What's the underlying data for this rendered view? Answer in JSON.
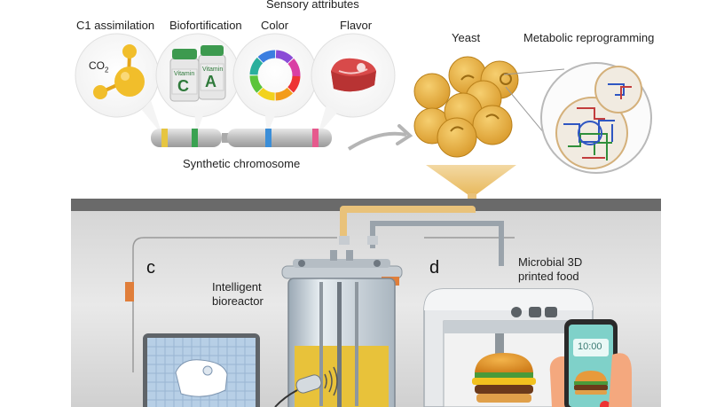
{
  "labels": {
    "sensory": "Sensory attributes",
    "c1": "C1 assimilation",
    "biofort": "Biofortification",
    "color": "Color",
    "flavor": "Flavor",
    "yeast": "Yeast",
    "metabolic": "Metabolic reprogramming",
    "co2_main": "CO",
    "co2_sub": "2",
    "vitamin_c_word": "Vitamin",
    "vitamin_c_letter": "C",
    "vitamin_a_word": "Vitamin",
    "vitamin_a_letter": "A",
    "chromosome": "Synthetic chromosome",
    "panel_c": "c",
    "bioreactor_line1": "Intelligent",
    "bioreactor_line2": "bioreactor",
    "panel_d": "d",
    "printed_line1": "Microbial 3D",
    "printed_line2": "printed food",
    "phone_time": "10:00"
  },
  "colors": {
    "yeast": "#e9b144",
    "yeast_dark": "#b9801a",
    "pipe": "#e9c27a",
    "liquid": "#e8c23a",
    "band_yellow": "#e6c541",
    "band_green": "#3aa251",
    "band_blue": "#3b8ed8",
    "band_pink": "#e65a8d",
    "accent": "#e07e3a"
  }
}
